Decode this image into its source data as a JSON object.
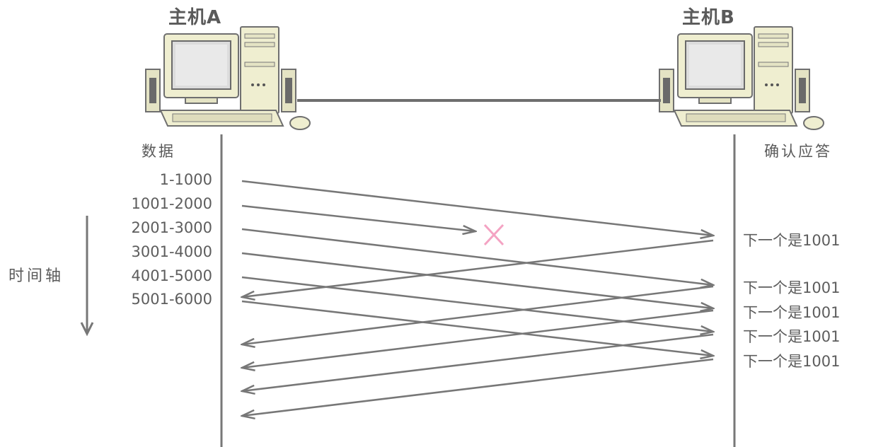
{
  "hosts": {
    "a": {
      "name": "主机A"
    },
    "b": {
      "name": "主机B"
    }
  },
  "labels": {
    "data": "数据",
    "ack": "确认应答",
    "timeline": "时间轴"
  },
  "segments": [
    "1-1000",
    "1001-2000",
    "2001-3000",
    "3001-4000",
    "4001-5000",
    "5001-6000"
  ],
  "acks": [
    "下一个是1001",
    "下一个是1001",
    "下一个是1001",
    "下一个是1001",
    "下一个是1001"
  ],
  "lost_segment": "1001-2000",
  "colors": {
    "line": "#777777",
    "lost_mark": "#f4a3c3",
    "computer_body": "#efeed0"
  },
  "icons": {
    "host_a": "desktop-computer-icon",
    "host_b": "desktop-computer-icon",
    "lost": "cross-icon"
  }
}
